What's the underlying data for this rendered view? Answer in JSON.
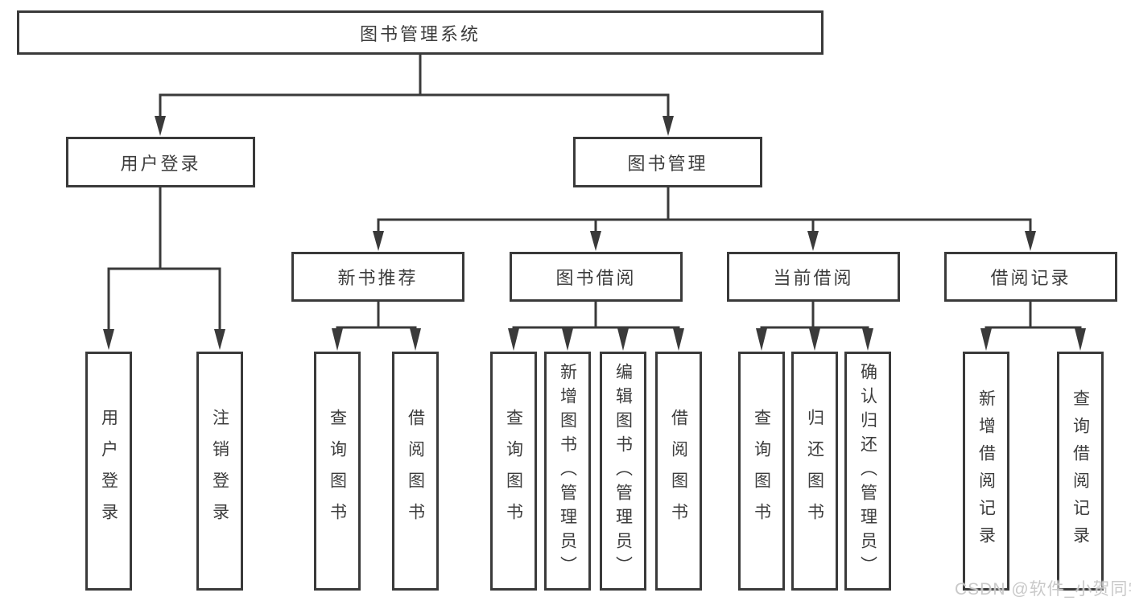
{
  "diagram": {
    "root": {
      "label": "图书管理系统"
    },
    "level2": [
      {
        "label": "用户登录"
      },
      {
        "label": "图书管理"
      }
    ],
    "level3": [
      {
        "label": "新书推荐",
        "parent": "图书管理"
      },
      {
        "label": "图书借阅",
        "parent": "图书管理"
      },
      {
        "label": "当前借阅",
        "parent": "图书管理"
      },
      {
        "label": "借阅记录",
        "parent": "图书管理"
      }
    ],
    "leaves": [
      {
        "label": "用户登录",
        "parent": "用户登录"
      },
      {
        "label": "注销登录",
        "parent": "用户登录"
      },
      {
        "label": "查询图书",
        "parent": "新书推荐"
      },
      {
        "label": "借阅图书",
        "parent": "新书推荐"
      },
      {
        "label": "查询图书",
        "parent": "图书借阅"
      },
      {
        "label": "新增图书（管理员）",
        "parent": "图书借阅"
      },
      {
        "label": "编辑图书（管理员）",
        "parent": "图书借阅"
      },
      {
        "label": "借阅图书",
        "parent": "图书借阅"
      },
      {
        "label": "查询图书",
        "parent": "当前借阅"
      },
      {
        "label": "归还图书",
        "parent": "当前借阅"
      },
      {
        "label": "确认归还（管理员）",
        "parent": "当前借阅"
      },
      {
        "label": "新增借阅记录",
        "parent": "借阅记录"
      },
      {
        "label": "查询借阅记录",
        "parent": "借阅记录"
      }
    ]
  },
  "watermark": {
    "text": "CSDN @软件_小贺同学"
  },
  "colors": {
    "line": "#3a3a3a",
    "text": "#3d3d3d",
    "watermark": "#c6c6c6",
    "background": "#ffffff"
  }
}
